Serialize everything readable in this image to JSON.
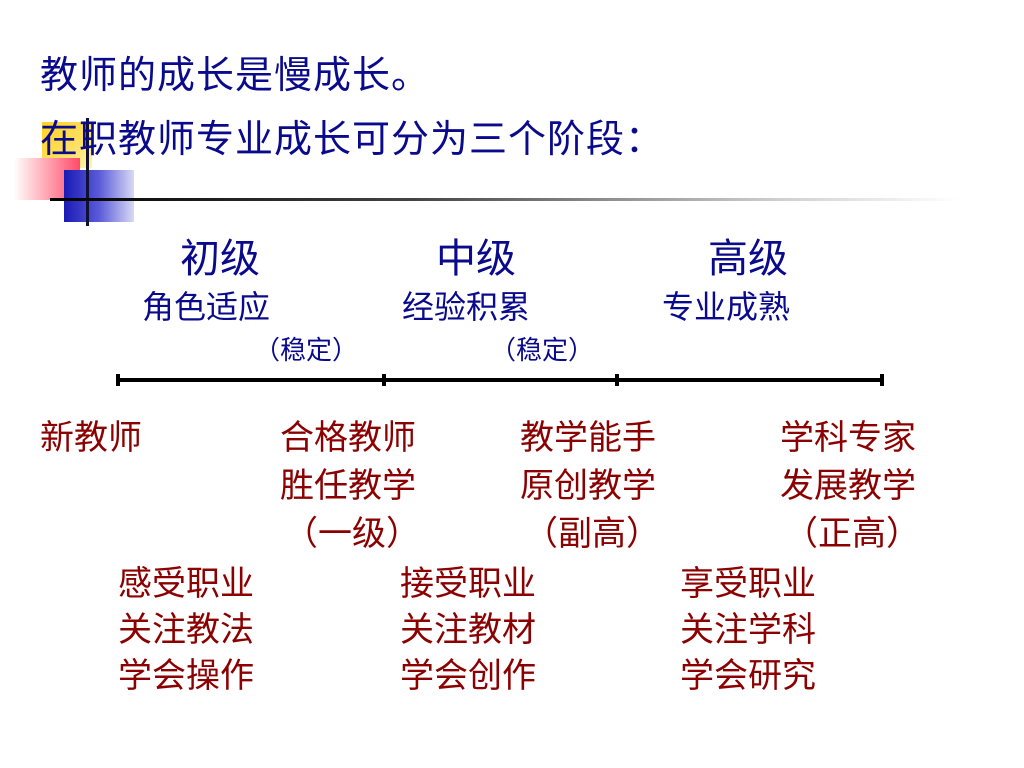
{
  "title": {
    "line1": "教师的成长是慢成长。",
    "line2": "在职教师专业成长可分为三个阶段："
  },
  "stages": [
    {
      "level": "初级",
      "desc": "角色适应",
      "stable": "（稳定）"
    },
    {
      "level": "中级",
      "desc": "经验积累",
      "stable": "（稳定）"
    },
    {
      "level": "高级",
      "desc": "专业成熟"
    }
  ],
  "milestones": [
    {
      "title": "新教师"
    },
    {
      "title": "合格教师",
      "sub": "胜任教学",
      "rank": "（一级）"
    },
    {
      "title": "教学能手",
      "sub": "原创教学",
      "rank": "（副高）"
    },
    {
      "title": "学科专家",
      "sub": "发展教学",
      "rank": "（正高）"
    }
  ],
  "traits": [
    {
      "l1": "感受职业",
      "l2": "关注教法",
      "l3": "学会操作"
    },
    {
      "l1": "接受职业",
      "l2": "关注教材",
      "l3": "学会创作"
    },
    {
      "l1": "享受职业",
      "l2": "关注学科",
      "l3": "学会研究"
    }
  ]
}
